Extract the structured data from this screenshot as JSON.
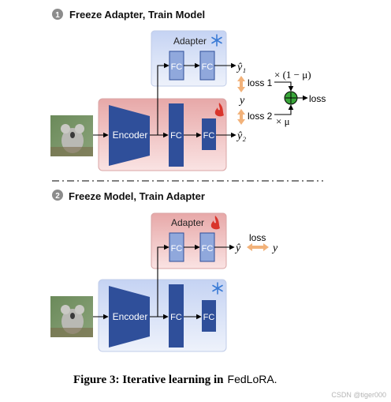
{
  "step1": {
    "num": "1",
    "title": "Freeze Adapter, Train Model"
  },
  "step2": {
    "num": "2",
    "title": "Freeze Model, Train Adapter"
  },
  "adapter_label": "Adapter",
  "encoder_label": "Encoder",
  "fc_label": "FC",
  "out": {
    "y1_hat": "ŷ₁",
    "y2_hat": "ŷ₂",
    "y": "y",
    "y_hat": "ŷ"
  },
  "loss": {
    "loss1": "loss 1",
    "loss2": "loss 2",
    "weight1": "× (1 − μ)",
    "weight2": "× μ",
    "total": "loss",
    "adapter_loss": "loss"
  },
  "caption": {
    "bold": "Figure 3: Iterative learning in",
    "name": "FedLoRA."
  },
  "watermark": "CSDN @tiger000",
  "icons": {
    "frozen": "snowflake-icon",
    "trainable": "flame-icon",
    "sum": "circle-plus-icon"
  },
  "colors": {
    "blue_panel": "#d9e2f6",
    "red_panel": "#efc6c6",
    "dark_blue": "#2f4f9a",
    "light_fc": "#90a8dc",
    "arrow_orange": "#f2b27a",
    "sum_green": "#3aa63a"
  }
}
